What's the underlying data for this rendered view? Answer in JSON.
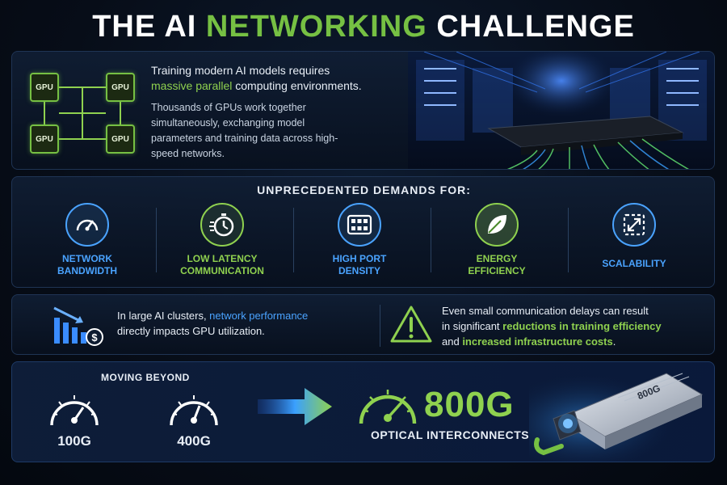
{
  "title": {
    "prefix": "THE AI ",
    "highlight": "NETWORKING",
    "suffix": " CHALLENGE"
  },
  "intro": {
    "line1": "Training modern AI models requires",
    "line2_highlight": "massive parallel",
    "line2_rest": " computing environments.",
    "paragraph": "Thousands of GPUs work together simultaneously, exchanging model parameters and training data across high-speed networks.",
    "gpu_label": "GPU"
  },
  "demands": {
    "heading": "UNPRECEDENTED DEMANDS FOR:",
    "items": [
      {
        "line1": "NETWORK",
        "line2": "BANDWIDTH",
        "icon": "speedometer-icon",
        "color": "#4aa3ff"
      },
      {
        "line1": "LOW LATENCY",
        "line2": "COMMUNICATION",
        "icon": "stopwatch-icon",
        "color": "#8fd14f"
      },
      {
        "line1": "HIGH PORT",
        "line2": "DENSITY",
        "icon": "switch-ports-icon",
        "color": "#4aa3ff"
      },
      {
        "line1": "ENERGY",
        "line2": "EFFICIENCY",
        "icon": "leaf-icon",
        "color": "#8fd14f"
      },
      {
        "line1": "SCALABILITY",
        "line2": "",
        "icon": "expand-arrows-icon",
        "color": "#4aa3ff"
      }
    ]
  },
  "impact": {
    "left_pre": "In large AI clusters, ",
    "left_highlight": "network performance",
    "left_post": "directly impacts GPU utilization.",
    "right_line1": "Even small communication delays can result",
    "right_pre": "in significant ",
    "right_highlight1": "reductions in training efficiency",
    "right_mid": "and ",
    "right_highlight2": "increased infrastructure costs",
    "right_end": "."
  },
  "speeds": {
    "moving_label": "MOVING BEYOND",
    "speed1": "100G",
    "speed2": "400G",
    "target": "800G",
    "target_caption": "OPTICAL INTERCONNECTS",
    "module_label": "800G"
  },
  "colors": {
    "green": "#76c043",
    "blue": "#4aa3ff",
    "background": "#070d18"
  }
}
